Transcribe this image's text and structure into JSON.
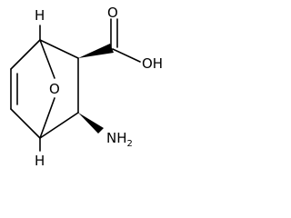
{
  "molecule": {
    "atoms": {
      "h_top": "H",
      "h_bottom": "H",
      "bridge_oxygen": "O",
      "carbonyl_oxygen": "O",
      "hydroxyl": "OH",
      "amine": "NH",
      "amine_subscript": "2"
    },
    "colors": {
      "bond": "#000000",
      "label": "#000000",
      "background": "#ffffff"
    }
  }
}
